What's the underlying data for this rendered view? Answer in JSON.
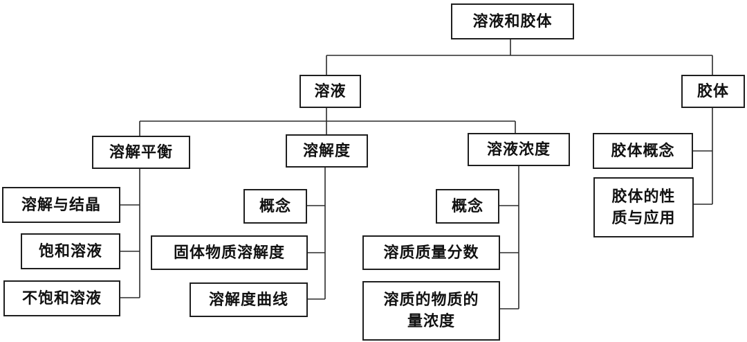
{
  "diagram": {
    "root": "溶液和胶体",
    "solution": {
      "label": "溶液",
      "equilibrium": {
        "label": "溶解平衡",
        "items": [
          "溶解与结晶",
          "饱和溶液",
          "不饱和溶液"
        ]
      },
      "solubility": {
        "label": "溶解度",
        "items": [
          "概念",
          "固体物质溶解度",
          "溶解度曲线"
        ]
      },
      "concentration": {
        "label": "溶液浓度",
        "items": [
          "概念",
          "溶质质量分数",
          "溶质的物质的量浓度"
        ]
      }
    },
    "colloid": {
      "label": "胶体",
      "items": [
        "胶体概念",
        "胶体的性质与应用"
      ]
    }
  }
}
